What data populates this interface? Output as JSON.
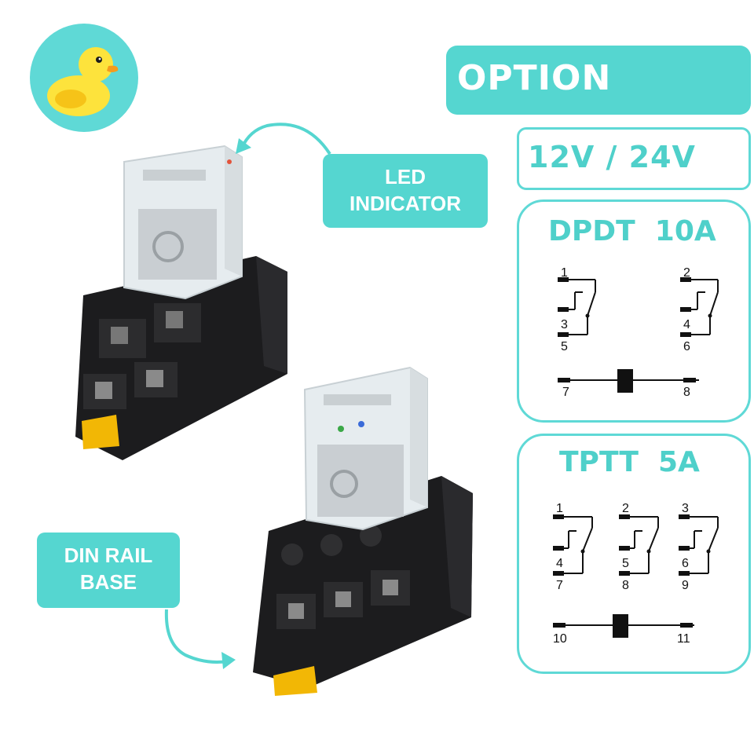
{
  "option": {
    "title": "OPTION",
    "voltage": "12V / 24V"
  },
  "dpdt": {
    "title": "DPDT  10A",
    "pins": [
      "1",
      "2",
      "3",
      "4",
      "5",
      "6",
      "7",
      "8"
    ]
  },
  "tptt": {
    "title": "TPTT  5A",
    "pins": [
      "1",
      "2",
      "3",
      "4",
      "5",
      "6",
      "7",
      "8",
      "9",
      "10",
      "11"
    ]
  },
  "callouts": {
    "led_line1": "LED",
    "led_line2": "INDICATOR",
    "din_line1": "DIN RAIL",
    "din_line2": "BASE"
  },
  "colors": {
    "accent": "#55d6d0",
    "text_accent": "#4fd0ca",
    "relay_base": "#1c1c1e",
    "clip": "#f2b705"
  },
  "icons": [
    "duck-logo-icon",
    "relay-image-top",
    "relay-image-bottom",
    "arrow-icon"
  ]
}
